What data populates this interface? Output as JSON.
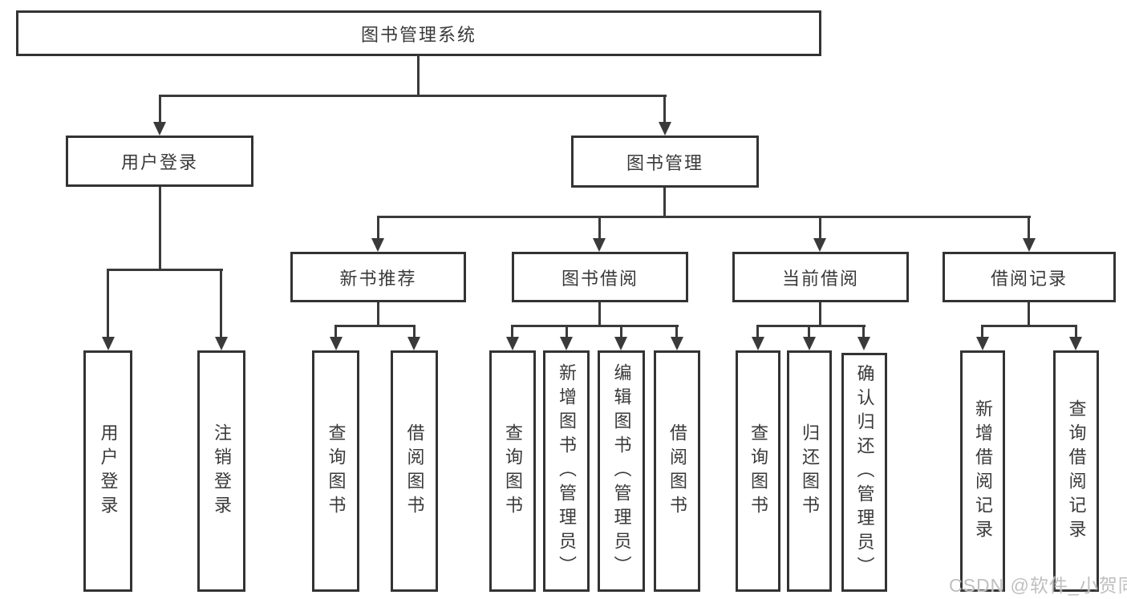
{
  "tree": {
    "root": {
      "label": "图书管理系统"
    },
    "branches": [
      {
        "label": "用户登录",
        "children": [
          {
            "label": "用户登录"
          },
          {
            "label": "注销登录"
          }
        ]
      },
      {
        "label": "图书管理",
        "children": [
          {
            "label": "新书推荐",
            "children": [
              {
                "label": "查询图书"
              },
              {
                "label": "借阅图书"
              }
            ]
          },
          {
            "label": "图书借阅",
            "children": [
              {
                "label": "查询图书"
              },
              {
                "label": "新增图书（管理员）"
              },
              {
                "label": "编辑图书（管理员）"
              },
              {
                "label": "借阅图书"
              }
            ]
          },
          {
            "label": "当前借阅",
            "children": [
              {
                "label": "查询图书"
              },
              {
                "label": "归还图书"
              },
              {
                "label": "确认归还（管理员）"
              }
            ]
          },
          {
            "label": "借阅记录",
            "children": [
              {
                "label": "新增借阅记录"
              },
              {
                "label": "查询借阅记录"
              }
            ]
          }
        ]
      }
    ]
  },
  "watermark": {
    "text": "CSDN @软件_小贺同学"
  },
  "colors": {
    "line": "#3a3a3a",
    "border": "#333333",
    "text": "#3a3a3a",
    "watermark": "#bfbfbf"
  }
}
